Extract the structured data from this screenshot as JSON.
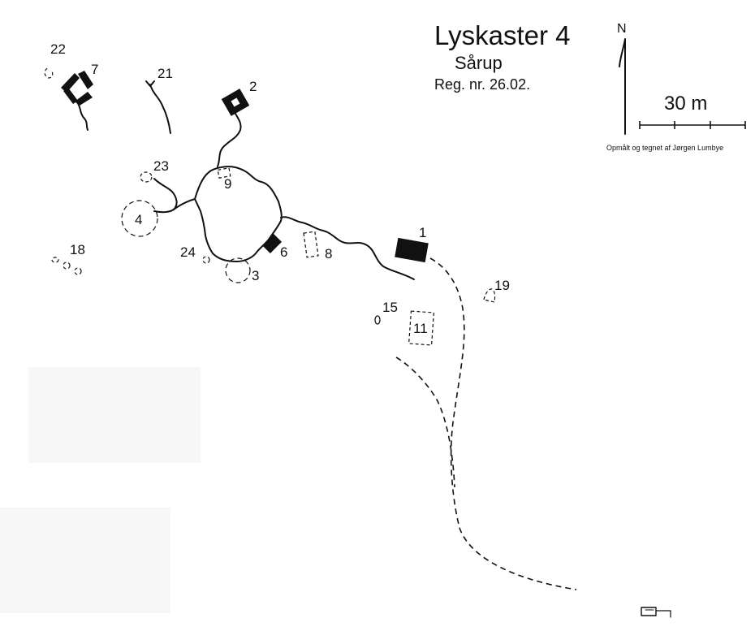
{
  "title": {
    "main": "Lyskaster 4",
    "sub": "Sårup",
    "reg": "Reg. nr. 26.02."
  },
  "credit": "Opmålt og tegnet af Jørgen Lumbye",
  "north": {
    "label": "N"
  },
  "scale": {
    "label": "30 m"
  },
  "features": {
    "f1": "1",
    "f2": "2",
    "f3": "3",
    "f4": "4",
    "f6": "6",
    "f7": "7",
    "f8": "8",
    "f9": "9",
    "f11": "11",
    "f15": "15",
    "f18": "18",
    "f19": "19",
    "f21": "21",
    "f22": "22",
    "f23": "23",
    "f24": "24"
  },
  "colors": {
    "ink": "#111111",
    "paper": "#ffffff"
  }
}
